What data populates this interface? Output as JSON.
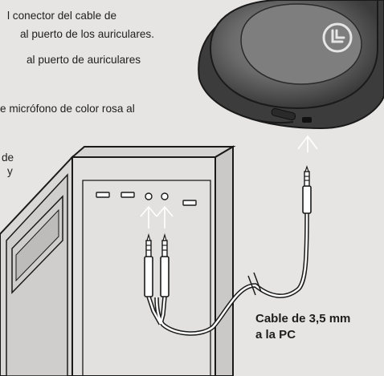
{
  "instructions": {
    "line1": "l conector del cable de",
    "line2": "al puerto de los auriculares.",
    "line3": "al puerto de auriculares",
    "line4": "e micrófono de color rosa al",
    "line5": "de",
    "line6": "y"
  },
  "caption": {
    "line1": "Cable de 3,5 mm",
    "line2": "a la PC"
  },
  "headset": {
    "logo_icon": "brand-logo-icon"
  }
}
